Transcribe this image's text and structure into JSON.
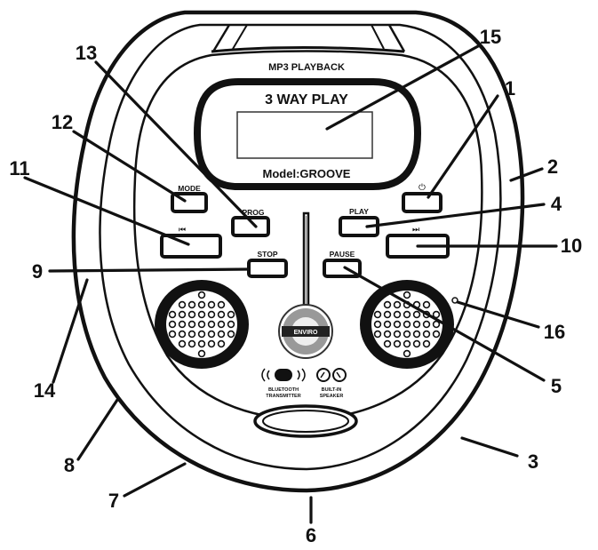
{
  "device": {
    "top_label": "MP3 PLAYBACK",
    "display_title": "3 WAY PLAY",
    "model_label": "Model:GROOVE",
    "bluetooth_label_line1": "BLUETOOTH",
    "bluetooth_label_line2": "TRANSMITTER",
    "speaker_label_line1": "BUILT-IN",
    "speaker_label_line2": "SPEAKER",
    "logo_text": "ENVIRO"
  },
  "buttons": {
    "mode": "MODE",
    "prog": "PROG",
    "power": "⏻",
    "play": "PLAY",
    "prev": "⏮",
    "next": "⏭",
    "stop": "STOP",
    "pause": "PAUSE"
  },
  "callouts": {
    "c1": "1",
    "c2": "2",
    "c3": "3",
    "c4": "4",
    "c5": "5",
    "c6": "6",
    "c7": "7",
    "c8": "8",
    "c9": "9",
    "c10": "10",
    "c11": "11",
    "c12": "12",
    "c13": "13",
    "c14": "14",
    "c15": "15",
    "c16": "16"
  }
}
